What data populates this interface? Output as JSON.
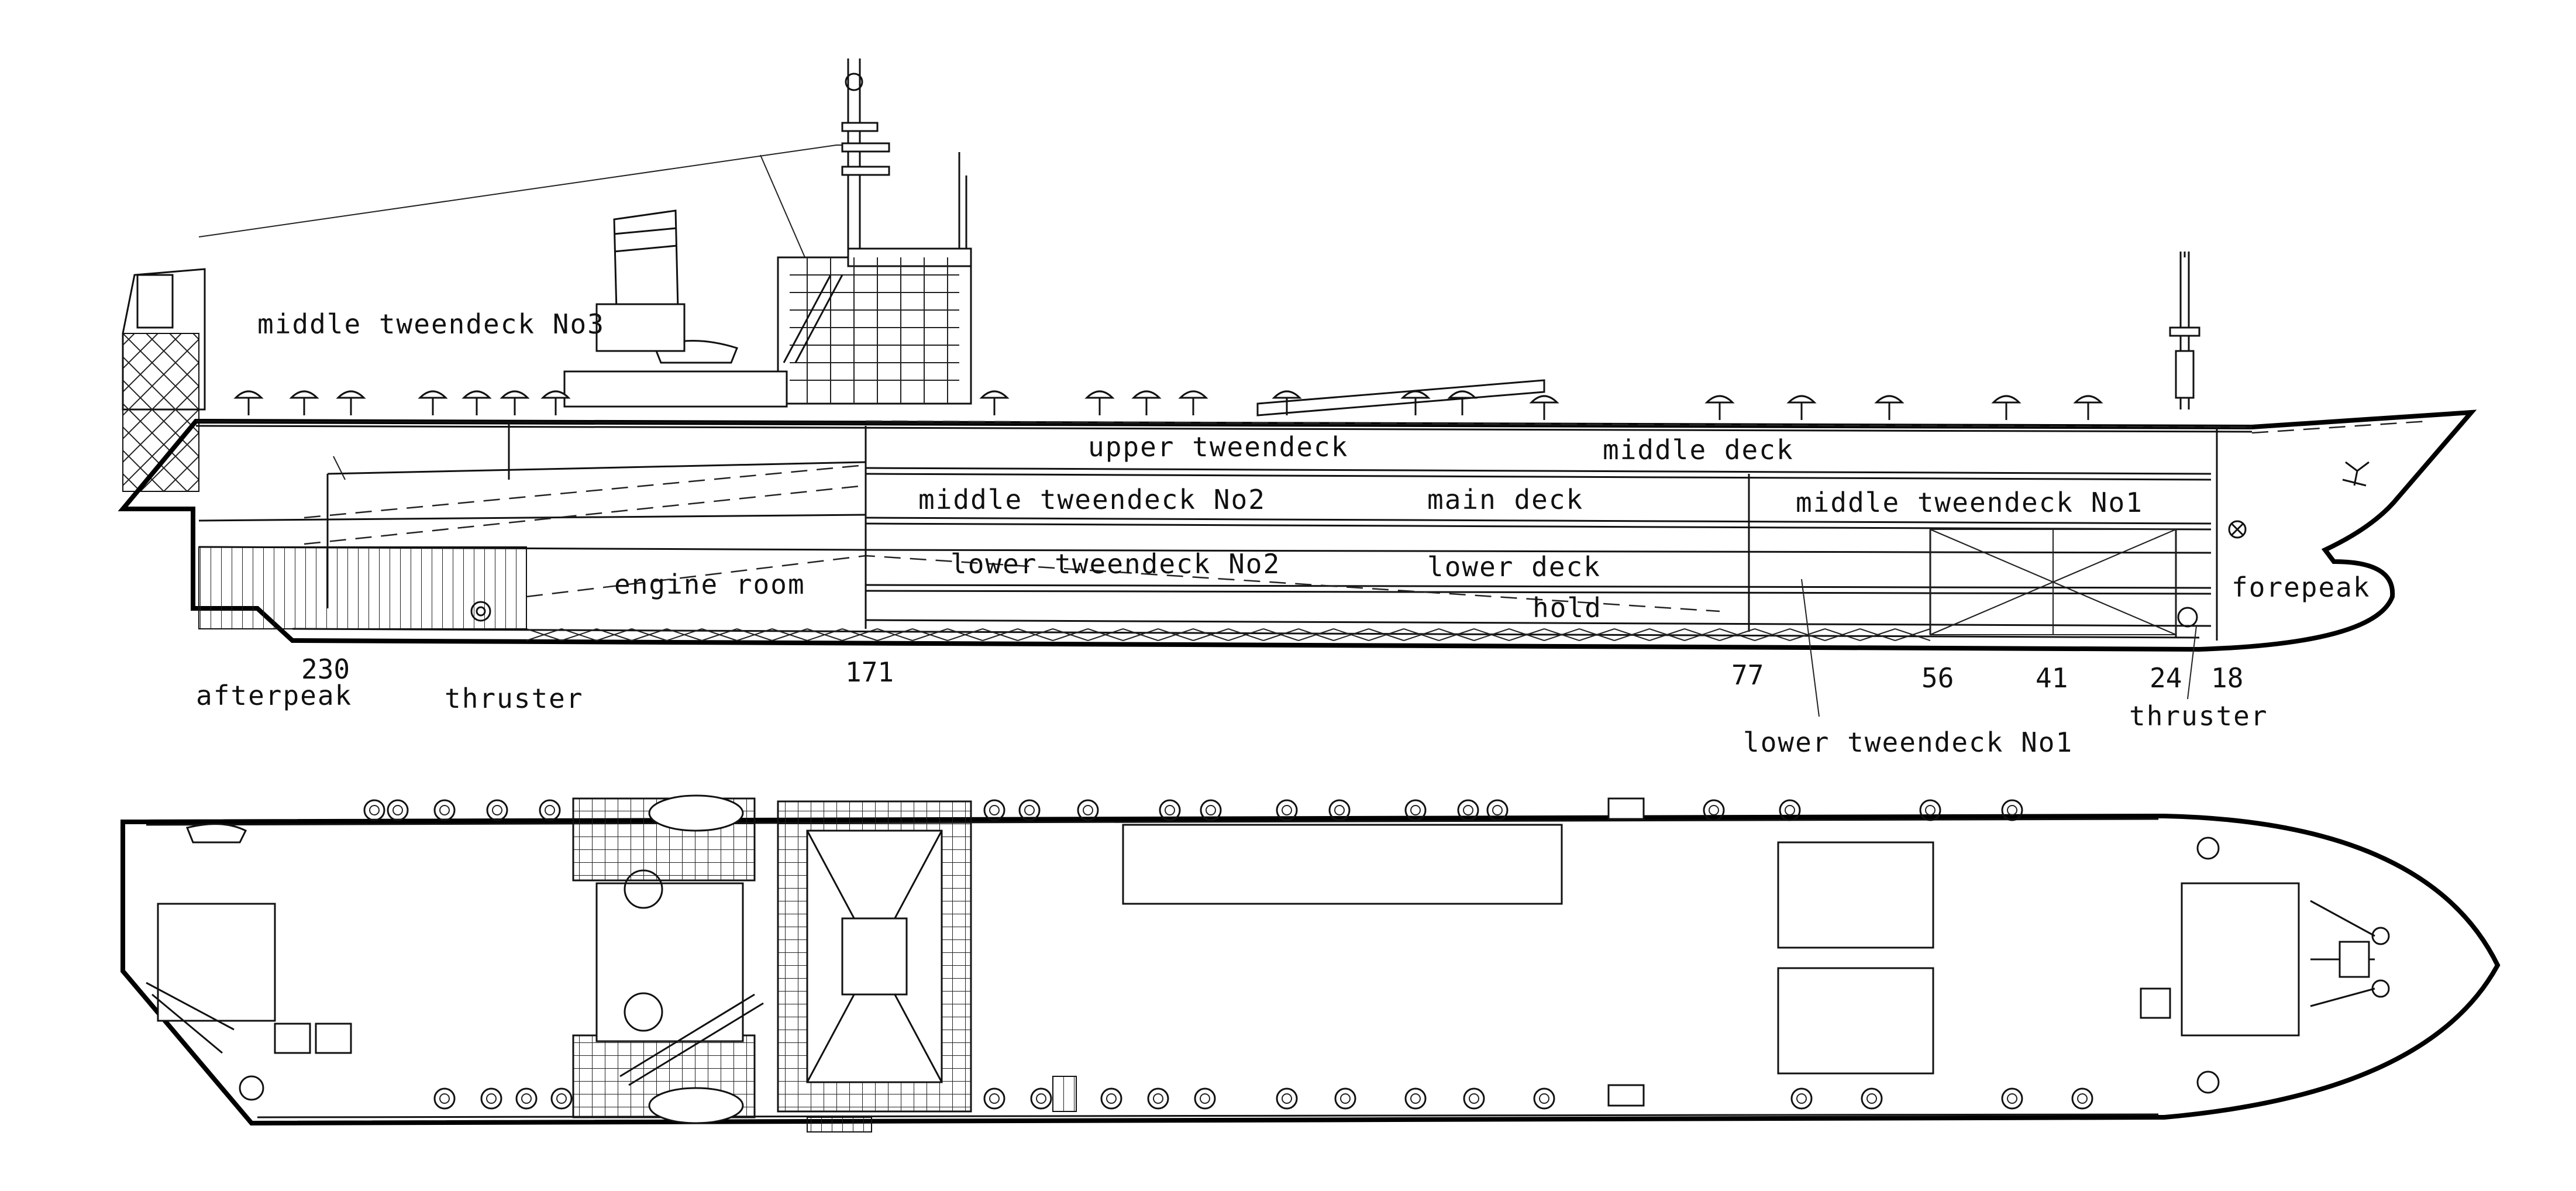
{
  "profile_labels": {
    "middle_tweendeck_no3": "middle  tweendeck No3",
    "upper_tweendeck": "upper tweendeck",
    "middle_deck": "middle deck",
    "middle_tweendeck_no2": "middle  tweendeck No2",
    "main_deck": "main deck",
    "middle_tweendeck_no1": "middle  tweendeck No1",
    "lower_tweendeck_no2": "lower tweendeck No2",
    "lower_deck": "lower  deck",
    "engine_room": "engine  room",
    "hold": "hold",
    "forepeak": "forepeak",
    "afterpeak": "afterpeak",
    "thruster_aft": "thruster",
    "thruster_fwd": "thruster",
    "lower_tweendeck_no1": "lower  tweendeck No1"
  },
  "frame_numbers": {
    "f230": "230",
    "f171": "171",
    "f77": "77",
    "f56": "56",
    "f41": "41",
    "f24": "24",
    "f18": "18"
  }
}
